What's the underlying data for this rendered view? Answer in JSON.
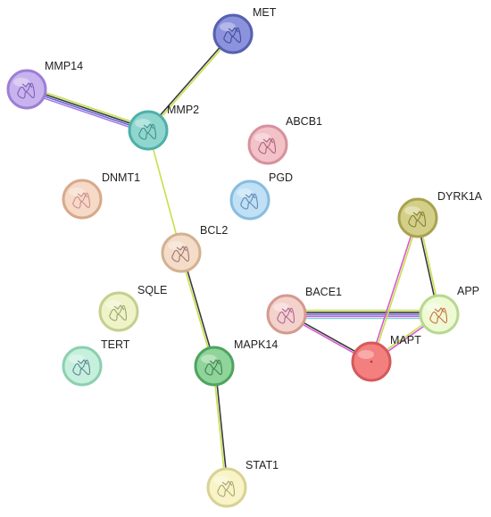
{
  "nodes": [
    {
      "id": "MET",
      "label": "MET",
      "fill": "#8c93dc",
      "stroke": "#5561b0",
      "inner": "#2e3a8f"
    },
    {
      "id": "MMP14",
      "label": "MMP14",
      "fill": "#c9b3ee",
      "stroke": "#9d7fd5",
      "inner": "#6a4aa8"
    },
    {
      "id": "MMP2",
      "label": "MMP2",
      "fill": "#8fd6cf",
      "stroke": "#4fb0a8",
      "inner": "#2d7e78"
    },
    {
      "id": "ABCB1",
      "label": "ABCB1",
      "fill": "#f2c2c8",
      "stroke": "#d6929c",
      "inner": "#9a4a66"
    },
    {
      "id": "DNMT1",
      "label": "DNMT1",
      "fill": "#f6d9c7",
      "stroke": "#d8a98a",
      "inner": "#c07a7a"
    },
    {
      "id": "PGD",
      "label": "PGD",
      "fill": "#bfe0f5",
      "stroke": "#88bde0",
      "inner": "#4a6fa8"
    },
    {
      "id": "DYRK1A",
      "label": "DYRK1A",
      "fill": "#d4cf88",
      "stroke": "#a9a350",
      "inner": "#6e6a20"
    },
    {
      "id": "BCL2",
      "label": "BCL2",
      "fill": "#f3dcc8",
      "stroke": "#d4b190",
      "inner": "#8a5a5a"
    },
    {
      "id": "SQLE",
      "label": "SQLE",
      "fill": "#eef3c8",
      "stroke": "#c5cf8f",
      "inner": "#8a8f5a"
    },
    {
      "id": "BACE1",
      "label": "BACE1",
      "fill": "#f4d2cc",
      "stroke": "#d49a90",
      "inner": "#9a4a8a"
    },
    {
      "id": "APP",
      "label": "APP",
      "fill": "#eefad4",
      "stroke": "#b8d890",
      "inner": "#c04a1a"
    },
    {
      "id": "TERT",
      "label": "TERT",
      "fill": "#c6f0dc",
      "stroke": "#8cd0b0",
      "inner": "#3a6a8a"
    },
    {
      "id": "MAPK14",
      "label": "MAPK14",
      "fill": "#8fd49a",
      "stroke": "#4ea45e",
      "inner": "#2e6a3a"
    },
    {
      "id": "MAPT",
      "label": "MAPT",
      "fill": "#f47f7f",
      "stroke": "#d45a5a",
      "inner": "#c03030"
    },
    {
      "id": "STAT1",
      "label": "STAT1",
      "fill": "#f8f4c8",
      "stroke": "#d8d294",
      "inner": "#9a8f5a"
    }
  ],
  "edges": [
    {
      "source": "MET",
      "target": "MMP2",
      "colors": [
        "#c8e04a",
        "#3a3a3a"
      ]
    },
    {
      "source": "MMP14",
      "target": "MMP2",
      "colors": [
        "#c8e04a",
        "#3a3a3a",
        "#5a6ad8",
        "#b07ae0"
      ]
    },
    {
      "source": "MMP2",
      "target": "BCL2",
      "colors": [
        "#c8e04a"
      ]
    },
    {
      "source": "BCL2",
      "target": "MAPK14",
      "colors": [
        "#3a3a3a",
        "#c8e04a"
      ]
    },
    {
      "source": "MAPK14",
      "target": "STAT1",
      "colors": [
        "#3a3a3a",
        "#c8e04a"
      ]
    },
    {
      "source": "BACE1",
      "target": "APP",
      "colors": [
        "#c8e04a",
        "#3a3a3a",
        "#5a6ad8",
        "#d65ad6",
        "#7ad4d4"
      ]
    },
    {
      "source": "BACE1",
      "target": "MAPT",
      "colors": [
        "#3a3a3a",
        "#d65ad6"
      ]
    },
    {
      "source": "DYRK1A",
      "target": "APP",
      "colors": [
        "#c8e04a",
        "#3a3a3a"
      ]
    },
    {
      "source": "DYRK1A",
      "target": "MAPT",
      "colors": [
        "#c8e04a",
        "#d65ad6"
      ]
    },
    {
      "source": "APP",
      "target": "MAPT",
      "colors": [
        "#d65ad6",
        "#c8e04a"
      ]
    }
  ]
}
